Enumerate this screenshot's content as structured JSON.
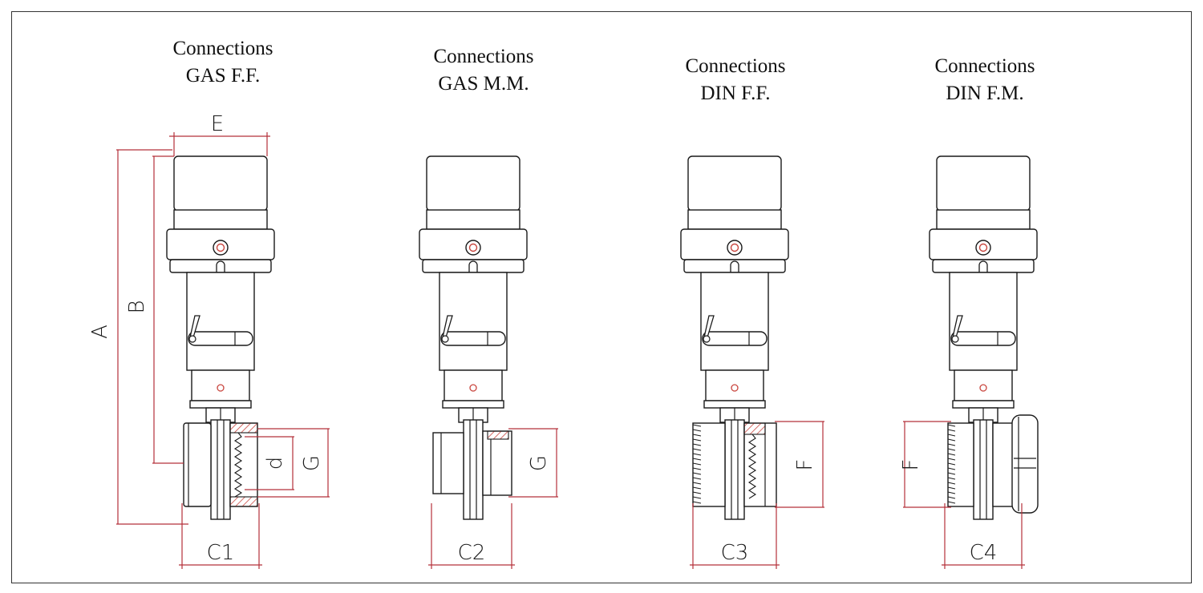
{
  "diagram": {
    "colors": {
      "outline": "#1a1a1a",
      "dimension": "#b5303a",
      "hatch": "#c9463f"
    },
    "panels": [
      {
        "id": "gas-ff",
        "title_line1": "Connections",
        "title_line2": "GAS F.F.",
        "connection": "gas-ff",
        "labels": {
          "E": "E",
          "A": "A",
          "B": "B",
          "d": "d",
          "G": "G",
          "C": "C1"
        }
      },
      {
        "id": "gas-mm",
        "title_line1": "Connections",
        "title_line2": "GAS M.M.",
        "connection": "gas-mm",
        "labels": {
          "G": "G",
          "C": "C2"
        }
      },
      {
        "id": "din-ff",
        "title_line1": "Connections",
        "title_line2": "DIN F.F.",
        "connection": "din-ff",
        "labels": {
          "F": "F",
          "C": "C3"
        }
      },
      {
        "id": "din-fm",
        "title_line1": "Connections",
        "title_line2": "DIN F.M.",
        "connection": "din-fm",
        "labels": {
          "F": "F",
          "C": "C4"
        }
      }
    ]
  }
}
